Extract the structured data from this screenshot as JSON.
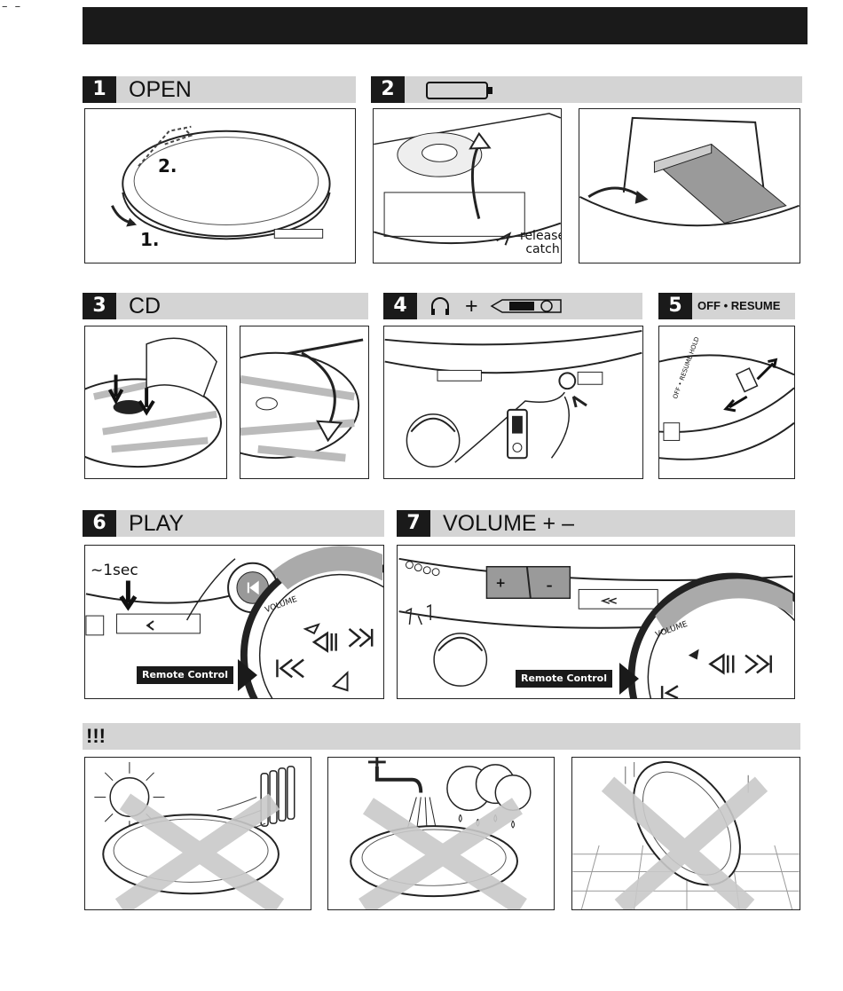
{
  "steps": {
    "s1": {
      "number": "1",
      "title": "OPEN"
    },
    "s2": {
      "number": "2",
      "title": ""
    },
    "s3": {
      "number": "3",
      "title": "CD"
    },
    "s4": {
      "number": "4",
      "title": "+"
    },
    "s5": {
      "number": "5",
      "title": "OFF • RESUME  HOLD"
    },
    "s6": {
      "number": "6",
      "title": "PLAY"
    },
    "s7": {
      "number": "7",
      "title": "VOLUME + –"
    },
    "warning": {
      "title": "!!!"
    }
  },
  "panel_text": {
    "open_step_1": "1.",
    "open_step_2": "2.",
    "release_catch": "release\ncatch",
    "one_second": "~1sec",
    "remote_control": "Remote Control",
    "remote_control_2": "Remote Control",
    "volume_ring": "VOLUME",
    "volume_ring_2": "VOLUME",
    "hold_switch": "OFF • RESUME  HOLD"
  },
  "icons": {
    "battery": "battery-icon",
    "headphones": "headphones-icon",
    "remote": "remote-control-icon",
    "warning": "no-sun-no-water-no-drop"
  },
  "colors": {
    "band": "#d4d4d4",
    "ink": "#1a1a1a",
    "cross": "#c9c9c9"
  }
}
